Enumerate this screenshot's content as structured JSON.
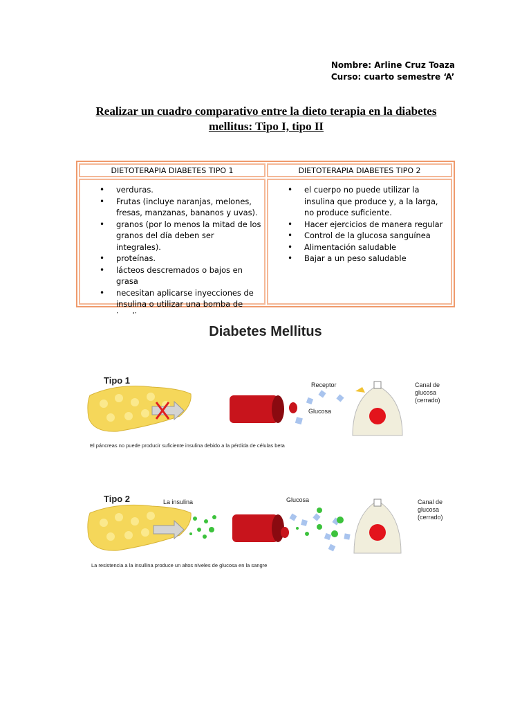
{
  "header": {
    "name_line": "Nombre: Arline Cruz Toaza",
    "course_line": "Curso: cuarto semestre ‘A’"
  },
  "title": {
    "line1": "Realizar un cuadro comparativo entre la dieto terapia en la diabetes",
    "line2": "mellitus: Tipo I, tipo II"
  },
  "table": {
    "col1_header": "DIETOTERAPIA DIABETES TIPO 1",
    "col2_header": "DIETOTERAPIA DIABETES TIPO 2",
    "col1_items": [
      "verduras.",
      "Frutas (incluye naranjas, melones, fresas, manzanas, bananos y uvas).",
      "granos (por lo menos la mitad de los granos del día deben ser integrales).",
      "proteínas.",
      "lácteos descremados o bajos en grasa",
      "necesitan aplicarse inyecciones de insulina o utilizar una bomba de insulina"
    ],
    "col2_items": [
      "el cuerpo no puede utilizar la insulina que produce y, a la larga, no produce suficiente.",
      "Hacer ejercicios de manera regular",
      "Control de la glucosa sanguínea",
      "Alimentación saludable",
      "Bajar a un peso saludable"
    ],
    "border_color": "#ef9a6c"
  },
  "figure": {
    "title": "Diabetes Mellitus",
    "tipo1": {
      "label": "Tipo 1",
      "receptor": "Receptor",
      "glucosa": "Glucosa",
      "canal_line1": "Canal de",
      "canal_line2": "glucosa",
      "canal_line3": "(cerrado)",
      "caption": "El páncreas no puede producir suficiente insulina debido a la pérdida de células beta"
    },
    "tipo2": {
      "label": "Tipo 2",
      "insulina": "La insulina",
      "glucosa": "Glucosa",
      "canal_line1": "Canal de",
      "canal_line2": "glucosa",
      "canal_line3": "(cerrado)",
      "caption": "La resistencia a la insullina produce un altos niveles de glucosa en la sangre"
    },
    "colors": {
      "pancreas": "#f5d75a",
      "vessel": "#c8141c",
      "cell": "#f1eedc",
      "nucleus": "#e3141c",
      "insulin": "#3cc23c",
      "glucose": "#a9c4ee",
      "cross": "#e02020"
    }
  }
}
